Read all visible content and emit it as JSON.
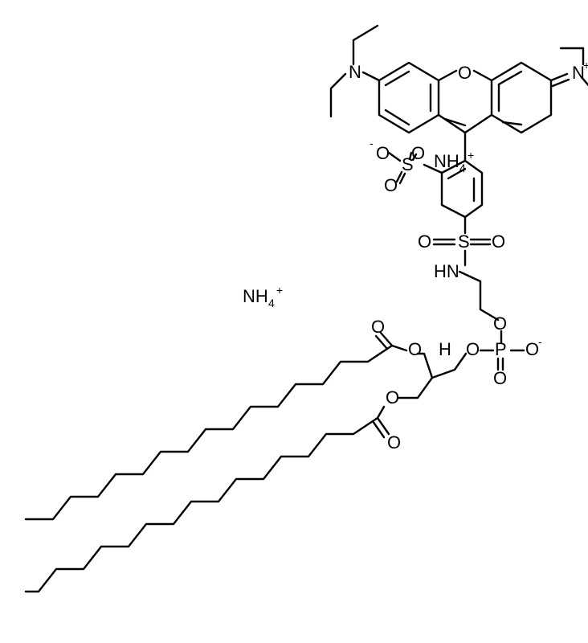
{
  "molecule": {
    "atoms": {
      "n_left": "N",
      "o_ring": "O",
      "n_iminium": "N",
      "plus": "+",
      "so3_o1": "O",
      "so3_o2": "O",
      "so3_o3": "O",
      "so3_s": "S",
      "so3_minus": "-",
      "sulfonamide_s": "S",
      "sulfonamide_o1": "O",
      "sulfonamide_o2": "O",
      "nh": "HN",
      "ester1_o": "O",
      "ester1_co": "O",
      "ester2_o": "O",
      "ester2_co": "O",
      "stereo_h": "H",
      "phos_o1": "O",
      "phos_o2": "O",
      "phos_p": "P",
      "phos_o3": "O",
      "phos_o4": "O",
      "phos_minus": "-"
    },
    "counterions": {
      "nh4_top": {
        "main": "NH",
        "sub": "4",
        "sup": "+"
      },
      "nh4_left": {
        "main": "NH",
        "sub": "4",
        "sup": "+"
      }
    }
  }
}
